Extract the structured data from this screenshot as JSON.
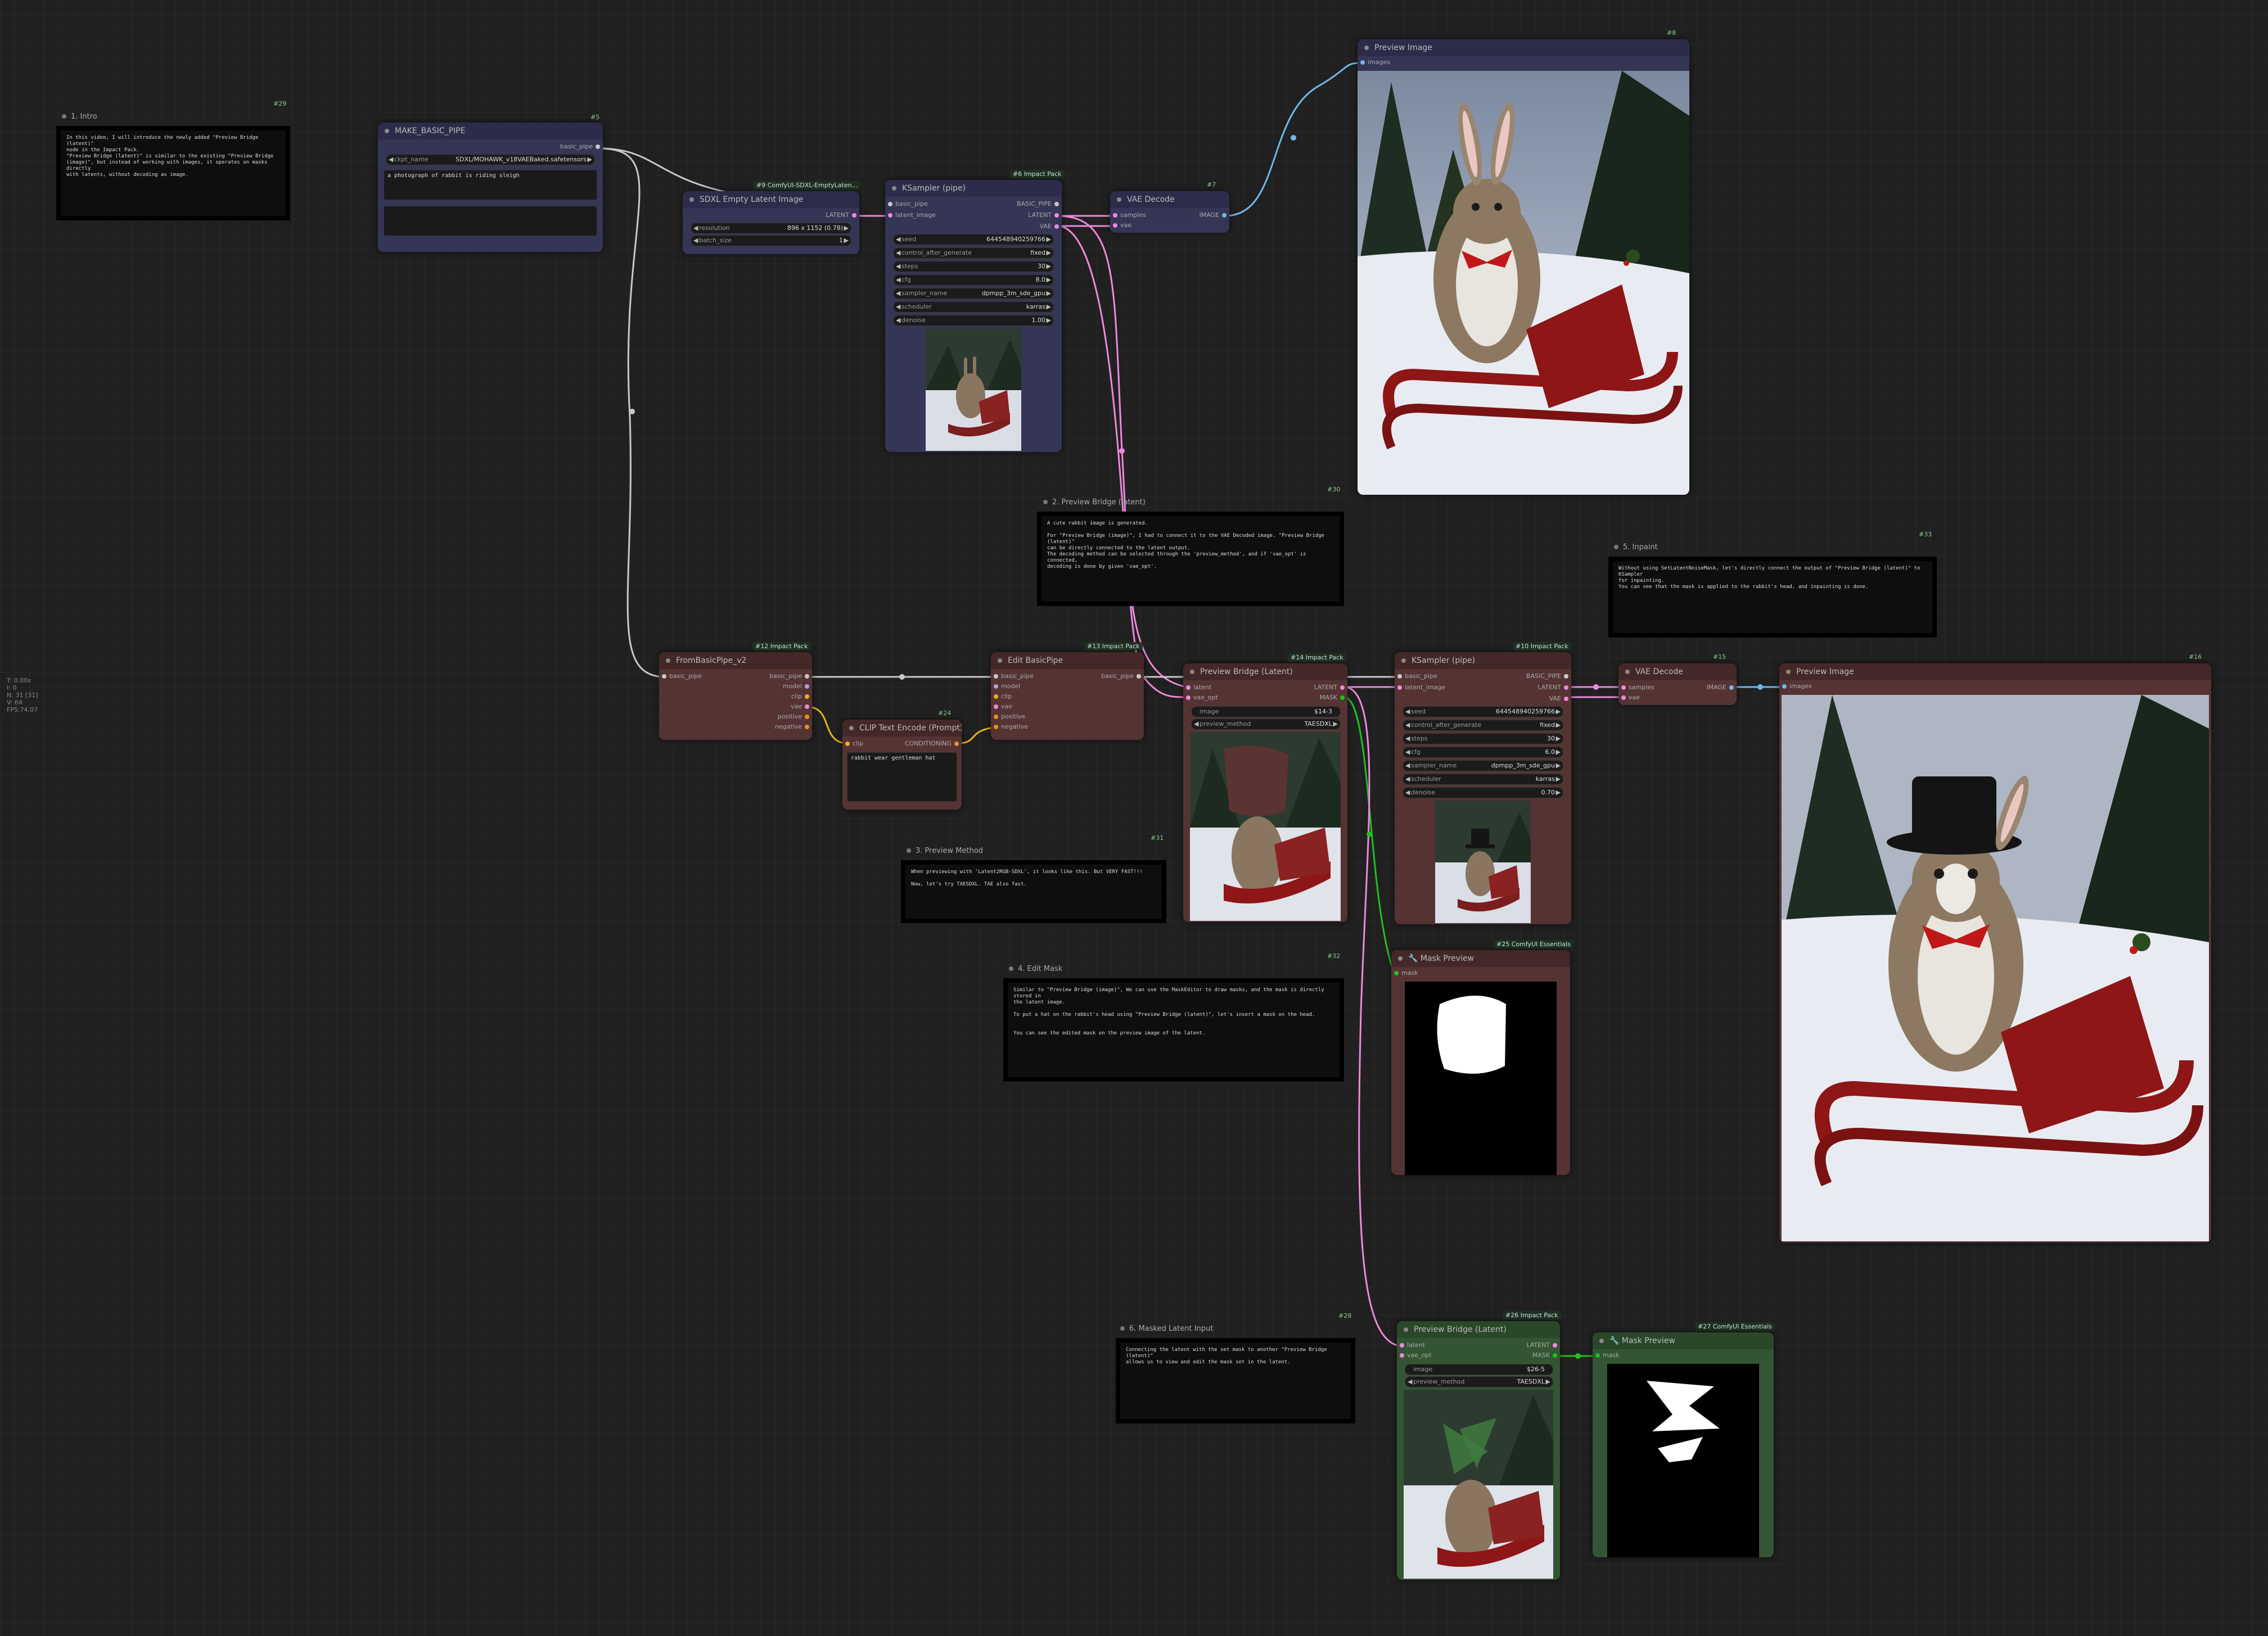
{
  "canvas_status": [
    "T: 0.00s",
    "I: 0",
    "N: 31 [31]",
    "V: 64",
    "FPS:74.07"
  ],
  "notes": {
    "intro": {
      "title": "1. Intro",
      "id": "#29",
      "text": "In this video, I will introduce the newly added \"Preview Bridge (latent)\"\nnode in the Impact Pack.\n\"Preview Bridge (latent)\" is similar to the existing \"Preview Bridge\n(image)\", but instead of working with images, it operates on masks directly\nwith latents, without decoding as image."
    },
    "preview_bridge": {
      "title": "2. Preview Bridge (latent)",
      "id": "#30",
      "text": "A cute rabbit image is generated.\n\nFor \"Preview Bridge (image)\", I had to connect it to the VAE Decoded image. \"Preview Bridge (latent)\"\ncan be directly connected to the latent output.\nThe decoding method can be selected through the 'preview_method', and if 'vae_opt' is connected,\ndecoding is done by given 'vae_opt'."
    },
    "preview_method": {
      "title": "3. Preview Method",
      "id": "#31",
      "text": "When previewing with 'Latent2RGB-SDXL', it looks like this. But VERY FAST!!!\n\nNow, let's try TAESDXL. TAE also fast."
    },
    "edit_mask": {
      "title": "4. Edit Mask",
      "id": "#32",
      "text": "Similar to \"Preview Bridge (image)\", We can use the MaskEditor to draw masks, and the mask is directly stored in\nthe latent image.\n\nTo put a hat on the rabbit's head using \"Preview Bridge (latent)\", let's insert a mask on the head.\n\n\nYou can see the edited mask on the preview image of the latent."
    },
    "inpaint": {
      "title": "5. Inpaint",
      "id": "#33",
      "text": "Without using SetLatentNoiseMask, let's directly connect the output of \"Preview Bridge (latent)\" to KSampler\nfor inpainting.\nYou can see that the mask is applied to the rabbit's head, and inpainting is done."
    },
    "masked_latent": {
      "title": "6. Masked Latent Input",
      "id": "#28",
      "text": "Connecting the latent with the set mask to another \"Preview Bridge (latent)\"\nallows us to view and edit the mask set in the latent."
    }
  },
  "nodes": {
    "make_basic_pipe": {
      "title": "MAKE_BASIC_PIPE",
      "id": "#5",
      "out": "basic_pipe",
      "ckpt_label": "ckpt_name",
      "ckpt_value": "SDXL/MOHAWK_v18VAEBaked.safetensors",
      "prompt": "a photograph of rabbit is riding sleigh"
    },
    "empty_latent": {
      "title": "SDXL Empty Latent Image",
      "id": "#9 ComfyUI-SDXL-EmptyLaten...",
      "out": "LATENT",
      "res_label": "resolution",
      "res_value": "896 x 1152 (0.78)",
      "batch_label": "batch_size",
      "batch_value": "1"
    },
    "ksampler1": {
      "title": "KSampler (pipe)",
      "id": "#6 Impact Pack",
      "in1": "basic_pipe",
      "in2": "latent_image",
      "out1": "BASIC_PIPE",
      "out2": "LATENT",
      "out3": "VAE",
      "widgets": [
        [
          "seed",
          "644548940259766"
        ],
        [
          "control_after_generate",
          "fixed"
        ],
        [
          "steps",
          "30"
        ],
        [
          "cfg",
          "8.0"
        ],
        [
          "sampler_name",
          "dpmpp_3m_sde_gpu"
        ],
        [
          "scheduler",
          "karras"
        ],
        [
          "denoise",
          "1.00"
        ]
      ]
    },
    "vae_decode1": {
      "title": "VAE Decode",
      "id": "#7",
      "in1": "samples",
      "in2": "vae",
      "out": "IMAGE"
    },
    "preview_image1": {
      "title": "Preview Image",
      "id": "#8",
      "in": "images"
    },
    "from_basic_pipe": {
      "title": "FromBasicPipe_v2",
      "id": "#12 Impact Pack",
      "in": "basic_pipe",
      "outs": [
        "basic_pipe",
        "model",
        "clip",
        "vae",
        "positive",
        "negative"
      ]
    },
    "edit_basic_pipe": {
      "title": "Edit BasicPipe",
      "id": "#13 Impact Pack",
      "ins": [
        "basic_pipe",
        "model",
        "clip",
        "vae",
        "positive",
        "negative"
      ],
      "out": "basic_pipe"
    },
    "clip_text": {
      "title": "CLIP Text Encode (Prompt)",
      "id": "#24",
      "in": "clip",
      "out": "CONDITIONING",
      "text": "rabbit wear gentleman hat"
    },
    "preview_bridge1": {
      "title": "Preview Bridge (Latent)",
      "id": "#14 Impact Pack",
      "in1": "latent",
      "in2": "vae_opt",
      "out1": "LATENT",
      "out2": "MASK",
      "image_label": "image",
      "image_value": "$14-3",
      "method_label": "preview_method",
      "method_value": "TAESDXL"
    },
    "ksampler2": {
      "title": "KSampler (pipe)",
      "id": "#10 Impact Pack",
      "in1": "basic_pipe",
      "in2": "latent_image",
      "out1": "BASIC_PIPE",
      "out2": "LATENT",
      "out3": "VAE",
      "widgets": [
        [
          "seed",
          "644548940259766"
        ],
        [
          "control_after_generate",
          "fixed"
        ],
        [
          "steps",
          "30"
        ],
        [
          "cfg",
          "6.0"
        ],
        [
          "sampler_name",
          "dpmpp_3m_sde_gpu"
        ],
        [
          "scheduler",
          "karras"
        ],
        [
          "denoise",
          "0.70"
        ]
      ]
    },
    "vae_decode2": {
      "title": "VAE Decode",
      "id": "#15",
      "in1": "samples",
      "in2": "vae",
      "out": "IMAGE"
    },
    "preview_image2": {
      "title": "Preview Image",
      "id": "#16",
      "in": "images"
    },
    "mask_preview1": {
      "title": "🔧 Mask Preview",
      "id": "#25 ComfyUI Essentials",
      "in": "mask"
    },
    "preview_bridge2": {
      "title": "Preview Bridge (Latent)",
      "id": "#26 Impact Pack",
      "in1": "latent",
      "in2": "vae_opt",
      "out1": "LATENT",
      "out2": "MASK",
      "image_label": "image",
      "image_value": "$26-5",
      "method_label": "preview_method",
      "method_value": "TAESDXL"
    },
    "mask_preview2": {
      "title": "🔧 Mask Preview",
      "id": "#27 ComfyUI Essentials",
      "in": "mask"
    }
  },
  "colors": {
    "blue_node": "#353556",
    "blue_title": "#2c2c4a",
    "red_node": "#553333",
    "red_title": "#442828",
    "green_node": "#335533",
    "green_title": "#2a472a",
    "accent_pink": "#ee88dd",
    "accent_blue": "#6fb8ea",
    "accent_yellow": "#e8b020",
    "accent_white": "#c8c8c8"
  }
}
